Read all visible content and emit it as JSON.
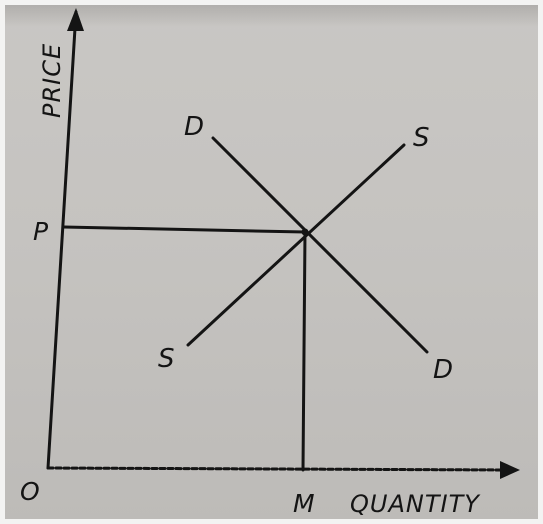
{
  "axes": {
    "y_label": "PRICE",
    "x_label": "QUANTITY",
    "origin_label": "O"
  },
  "equilibrium": {
    "price_label": "P",
    "quantity_label": "M"
  },
  "curves": {
    "demand": {
      "top_label": "D",
      "bottom_label": "D"
    },
    "supply": {
      "top_label": "S",
      "bottom_label": "S"
    }
  },
  "colors": {
    "ink": "#141414",
    "paper": "#c6c4c1",
    "frame": "#f3f3f2"
  }
}
